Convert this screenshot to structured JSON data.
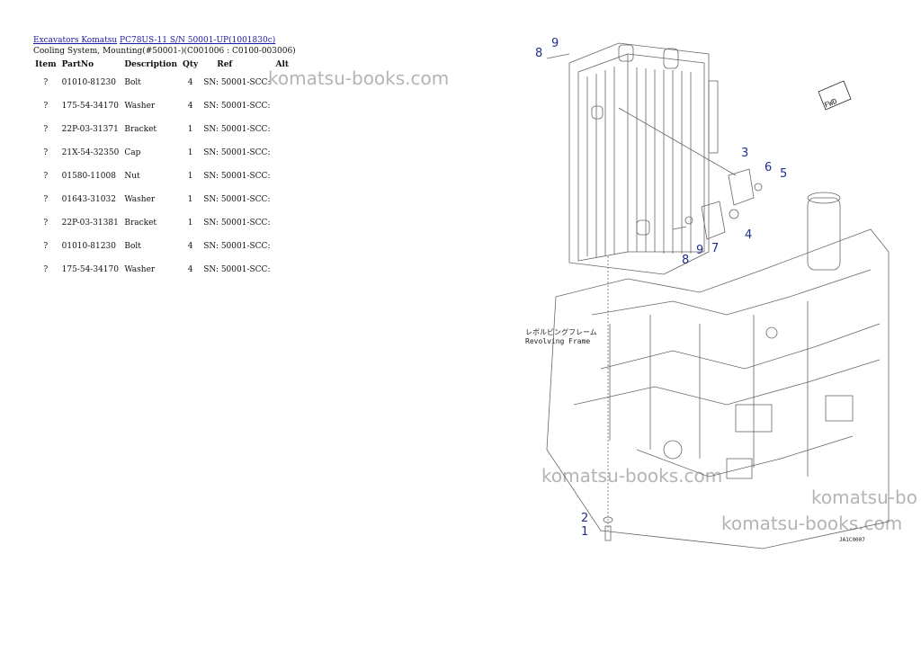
{
  "breadcrumb": {
    "link1": "Excavators Komatsu",
    "link2": "PC78US-11 S/N 50001-UP(1001830c)"
  },
  "subtitle": "Cooling System, Mounting(#50001-)(C001006 : C0100-003006)",
  "table": {
    "headers": [
      "Item",
      "PartNo",
      "Description",
      "Qty",
      "Ref",
      "Alt"
    ],
    "rows": [
      {
        "item": "?",
        "part": "01010-81230",
        "desc": "Bolt",
        "qty": "4",
        "ref": "SN: 50001-SCC:"
      },
      {
        "item": "?",
        "part": "175-54-34170",
        "desc": "Washer",
        "qty": "4",
        "ref": "SN: 50001-SCC:"
      },
      {
        "item": "?",
        "part": "22P-03-31371",
        "desc": "Bracket",
        "qty": "1",
        "ref": "SN: 50001-SCC:"
      },
      {
        "item": "?",
        "part": "21X-54-32350",
        "desc": "Cap",
        "qty": "1",
        "ref": "SN: 50001-SCC:"
      },
      {
        "item": "?",
        "part": "01580-11008",
        "desc": "Nut",
        "qty": "1",
        "ref": "SN: 50001-SCC:"
      },
      {
        "item": "?",
        "part": "01643-31032",
        "desc": "Washer",
        "qty": "1",
        "ref": "SN: 50001-SCC:"
      },
      {
        "item": "?",
        "part": "22P-03-31381",
        "desc": "Bracket",
        "qty": "1",
        "ref": "SN: 50001-SCC:"
      },
      {
        "item": "?",
        "part": "01010-81230",
        "desc": "Bolt",
        "qty": "4",
        "ref": "SN: 50001-SCC:"
      },
      {
        "item": "?",
        "part": "175-54-34170",
        "desc": "Washer",
        "qty": "4",
        "ref": "SN: 50001-SCC:"
      }
    ]
  },
  "watermark": {
    "text": "komatsu-books.com",
    "partial": "komatsu-bo"
  },
  "diagram": {
    "fwd": "FWD",
    "frame_jp": "レボルビングフレーム",
    "frame_en": "Revolving Frame",
    "code": "JA1C0007",
    "callouts": [
      "9",
      "8",
      "3",
      "6",
      "5",
      "4",
      "7",
      "9",
      "8",
      "2",
      "1"
    ],
    "callout_color": "#1e2e8a"
  }
}
